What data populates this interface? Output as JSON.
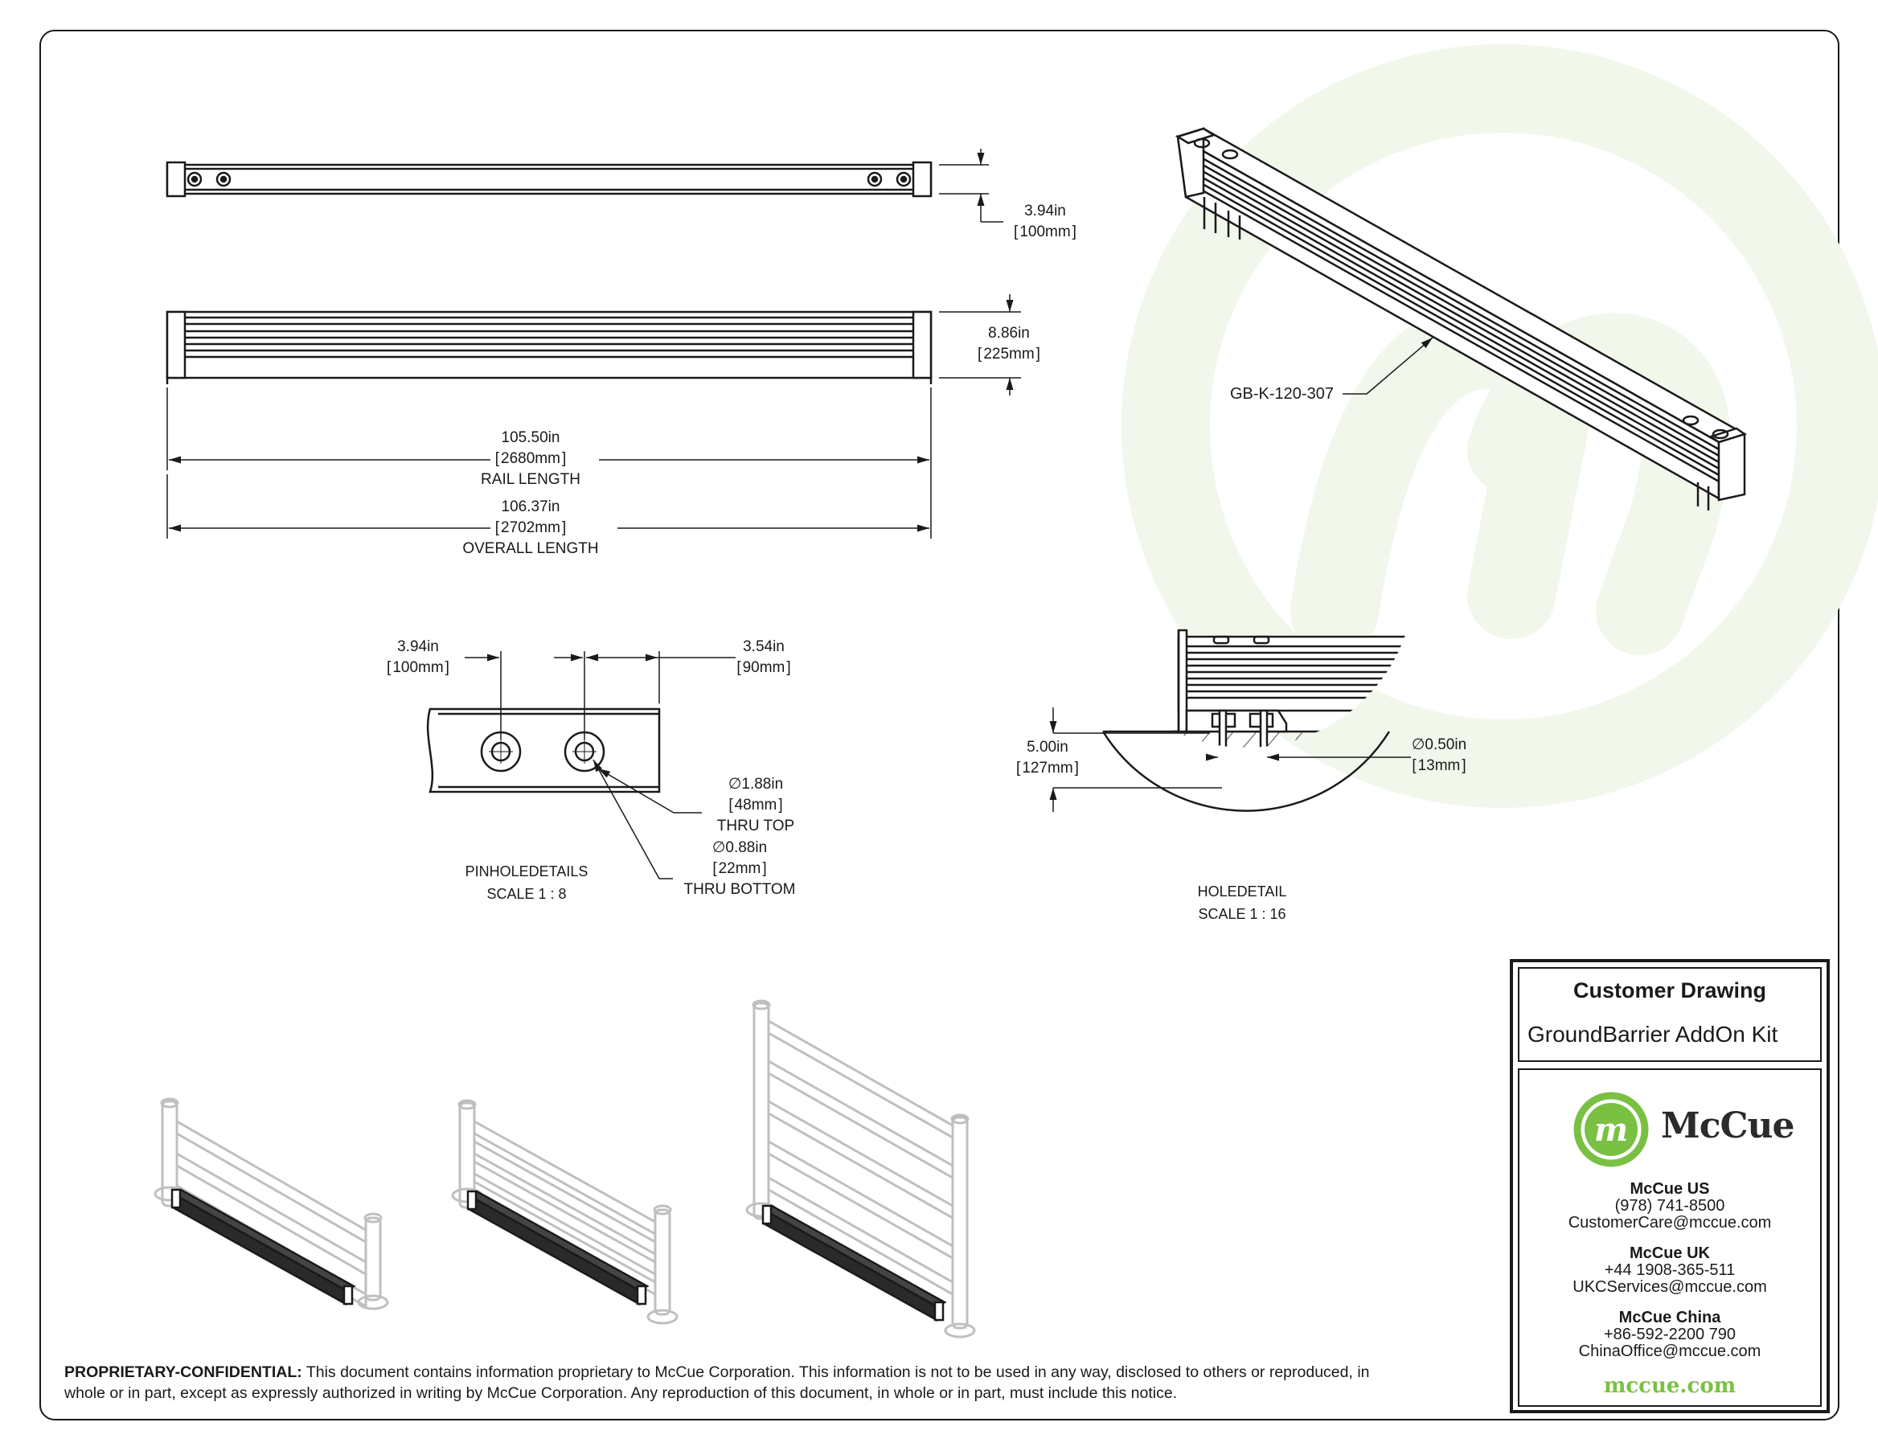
{
  "top_view": {
    "height_in": "3.94in",
    "height_mm": "100mm"
  },
  "front_view": {
    "height_in": "8.86in",
    "height_mm": "225mm",
    "rail_length_in": "105.50in",
    "rail_length_mm": "2680mm",
    "rail_length_label": "RAIL LENGTH",
    "overall_length_in": "106.37in",
    "overall_length_mm": "2702mm",
    "overall_length_label": "OVERALL LENGTH"
  },
  "iso_view": {
    "part_number": "GB-K-120-307"
  },
  "pinhole_detail": {
    "spacing1_in": "3.94in",
    "spacing1_mm": "100mm",
    "spacing2_in": "3.54in",
    "spacing2_mm": "90mm",
    "top_dia_in": "1.88in",
    "top_dia_mm": "48mm",
    "top_note": "THRU TOP",
    "bottom_dia_in": "0.88in",
    "bottom_dia_mm": "22mm",
    "bottom_note": "THRU BOTTOM",
    "title": "PINHOLEDETAILS",
    "scale": "SCALE 1 : 8",
    "dia_symbol": "∅"
  },
  "hole_detail": {
    "depth_in": "5.00in",
    "depth_mm": "127mm",
    "dia_in": "0.50in",
    "dia_mm": "13mm",
    "title": "HOLEDETAIL",
    "scale": "SCALE 1 : 16"
  },
  "title_block": {
    "heading": "Customer Drawing",
    "product": "GroundBarrier AddOn Kit",
    "logo_text": "McCue",
    "offices": [
      {
        "name": "McCue US",
        "phone": "(978) 741-8500",
        "email": "CustomerCare@mccue.com"
      },
      {
        "name": "McCue UK",
        "phone": "+44 1908-365-511",
        "email": "UKCServices@mccue.com"
      },
      {
        "name": "McCue China",
        "phone": "+86-592-2200 790",
        "email": "ChinaOffice@mccue.com"
      }
    ],
    "website": "mccue.com"
  },
  "notice": {
    "label": "PROPRIETARY-CONFIDENTIAL:",
    "text": " This document contains information proprietary to McCue Corporation. This information is not to be used in any way, disclosed to others or reproduced, in whole or in part, except as expressly authorized in writing by McCue Corporation. Any reproduction of this document, in whole or in part, must include this notice."
  },
  "colors": {
    "brand_green": "#7ac143",
    "line": "#1a1a1a",
    "watermark": "#f1f7ea"
  }
}
